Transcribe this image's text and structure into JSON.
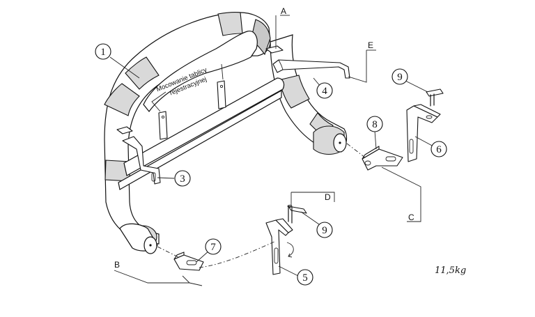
{
  "diagram": {
    "callouts": [
      "1",
      "3",
      "4",
      "5",
      "6",
      "7",
      "8",
      "9",
      "9"
    ],
    "letters": [
      "A",
      "B",
      "C",
      "D",
      "E"
    ],
    "note_line1": "Mocowanie tablicy",
    "note_line2": "rejestracyjnej",
    "weight": "11,5kg"
  }
}
